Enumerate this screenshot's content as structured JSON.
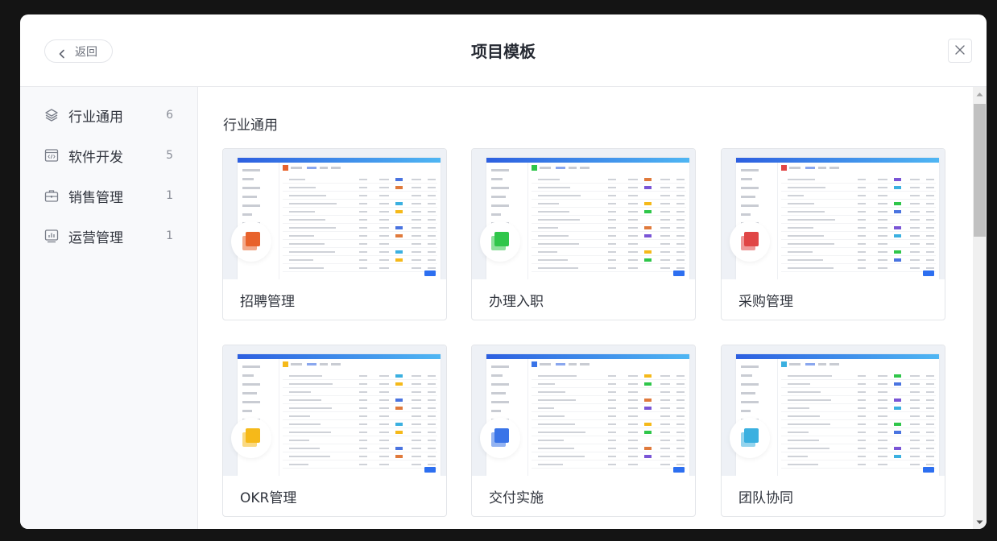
{
  "header": {
    "back_label": "返回",
    "title": "项目模板"
  },
  "sidebar": {
    "items": [
      {
        "label": "行业通用",
        "count": "6",
        "icon": "layers-icon"
      },
      {
        "label": "软件开发",
        "count": "5",
        "icon": "code-window-icon"
      },
      {
        "label": "销售管理",
        "count": "1",
        "icon": "briefcase-icon"
      },
      {
        "label": "运营管理",
        "count": "1",
        "icon": "bar-chart-icon"
      }
    ]
  },
  "main": {
    "section_title": "行业通用",
    "templates": [
      {
        "name": "招聘管理",
        "color": "#e8632c"
      },
      {
        "name": "办理入职",
        "color": "#2fc64a"
      },
      {
        "name": "采购管理",
        "color": "#e04646"
      },
      {
        "name": "OKR管理",
        "color": "#f5b91a"
      },
      {
        "name": "交付实施",
        "color": "#3a74e8"
      },
      {
        "name": "团队协同",
        "color": "#3bb0e0"
      }
    ]
  },
  "colors": {
    "accent": "#2d6ff0",
    "text": "#30343d",
    "muted": "#8a8e98",
    "sidebar_bg": "#f8f9fb"
  }
}
